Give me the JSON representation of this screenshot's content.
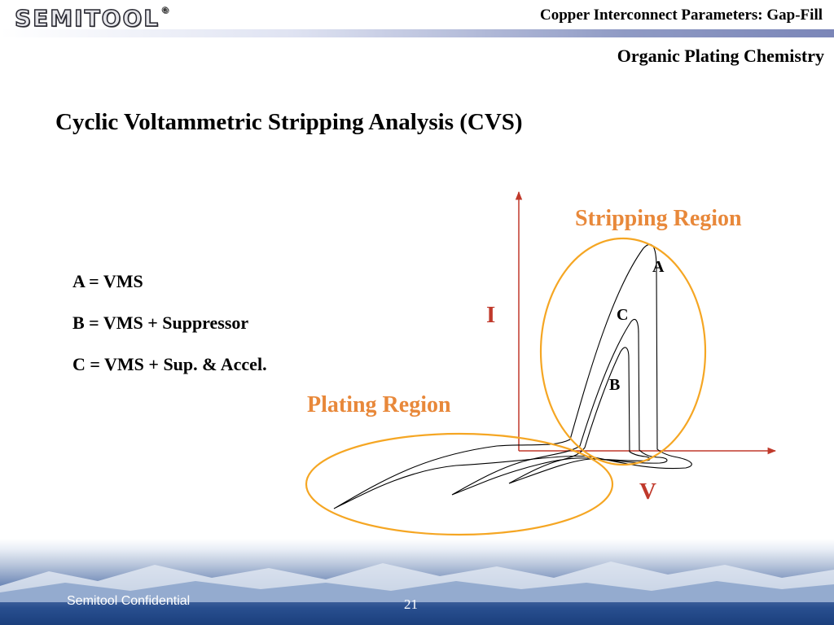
{
  "header": {
    "logo_text": "SEMITOOL",
    "logo_mark": "®",
    "title": "Copper Interconnect Parameters: Gap-Fill",
    "subtitle": "Organic Plating Chemistry"
  },
  "slide": {
    "title": "Cyclic Voltammetric Stripping Analysis (CVS)",
    "legend": [
      "A = VMS",
      "B = VMS + Suppressor",
      "C = VMS + Sup. & Accel."
    ]
  },
  "diagram": {
    "stripping_region_label": "Stripping Region",
    "plating_region_label": "Plating Region",
    "y_axis_label": "I",
    "x_axis_label": "V",
    "curve_labels": [
      "A",
      "C",
      "B"
    ],
    "colors": {
      "region_ellipse": "#f5a623",
      "region_text": "#e8883a",
      "axis": "#c0392b",
      "axis_text": "#c0392b",
      "curve": "#000000"
    }
  },
  "footer": {
    "confidential": "Semitool Confidential",
    "page_number": "21"
  }
}
